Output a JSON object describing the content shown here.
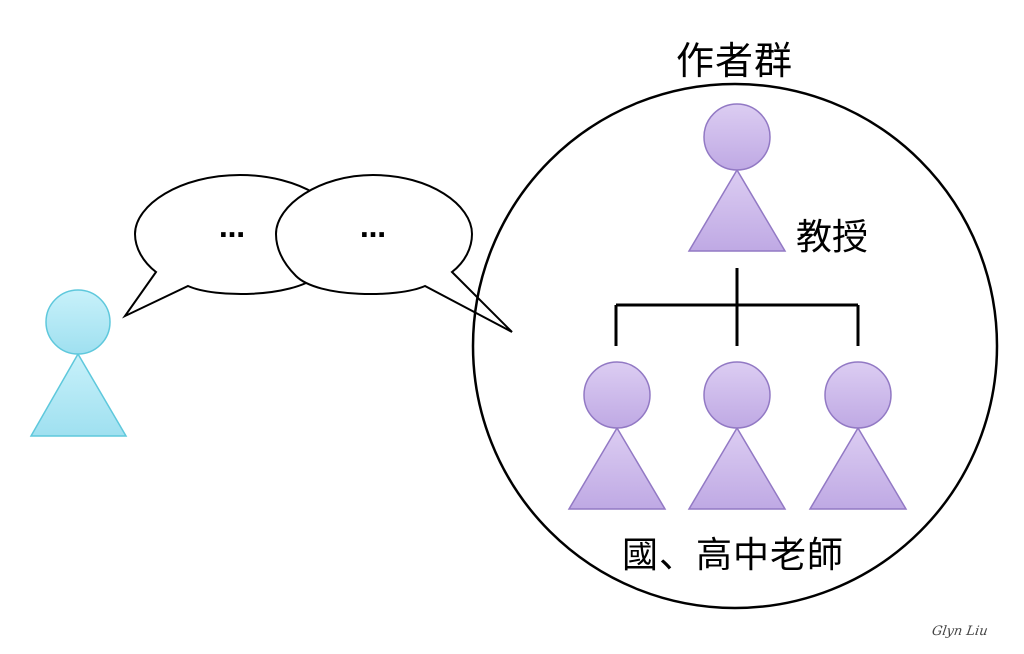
{
  "diagram": {
    "group_title": "作者群",
    "professor_label": "教授",
    "teachers_label": "國、高中老師",
    "bubbles": [
      {
        "text": "…"
      },
      {
        "text": "…"
      }
    ],
    "watermark": "Glyn Liu"
  },
  "colors": {
    "reader_fill": "#aee8f5",
    "reader_stroke": "#5ec8dc",
    "author_fill": "#cbb8ea",
    "author_stroke": "#9279c4",
    "line": "#000000"
  }
}
